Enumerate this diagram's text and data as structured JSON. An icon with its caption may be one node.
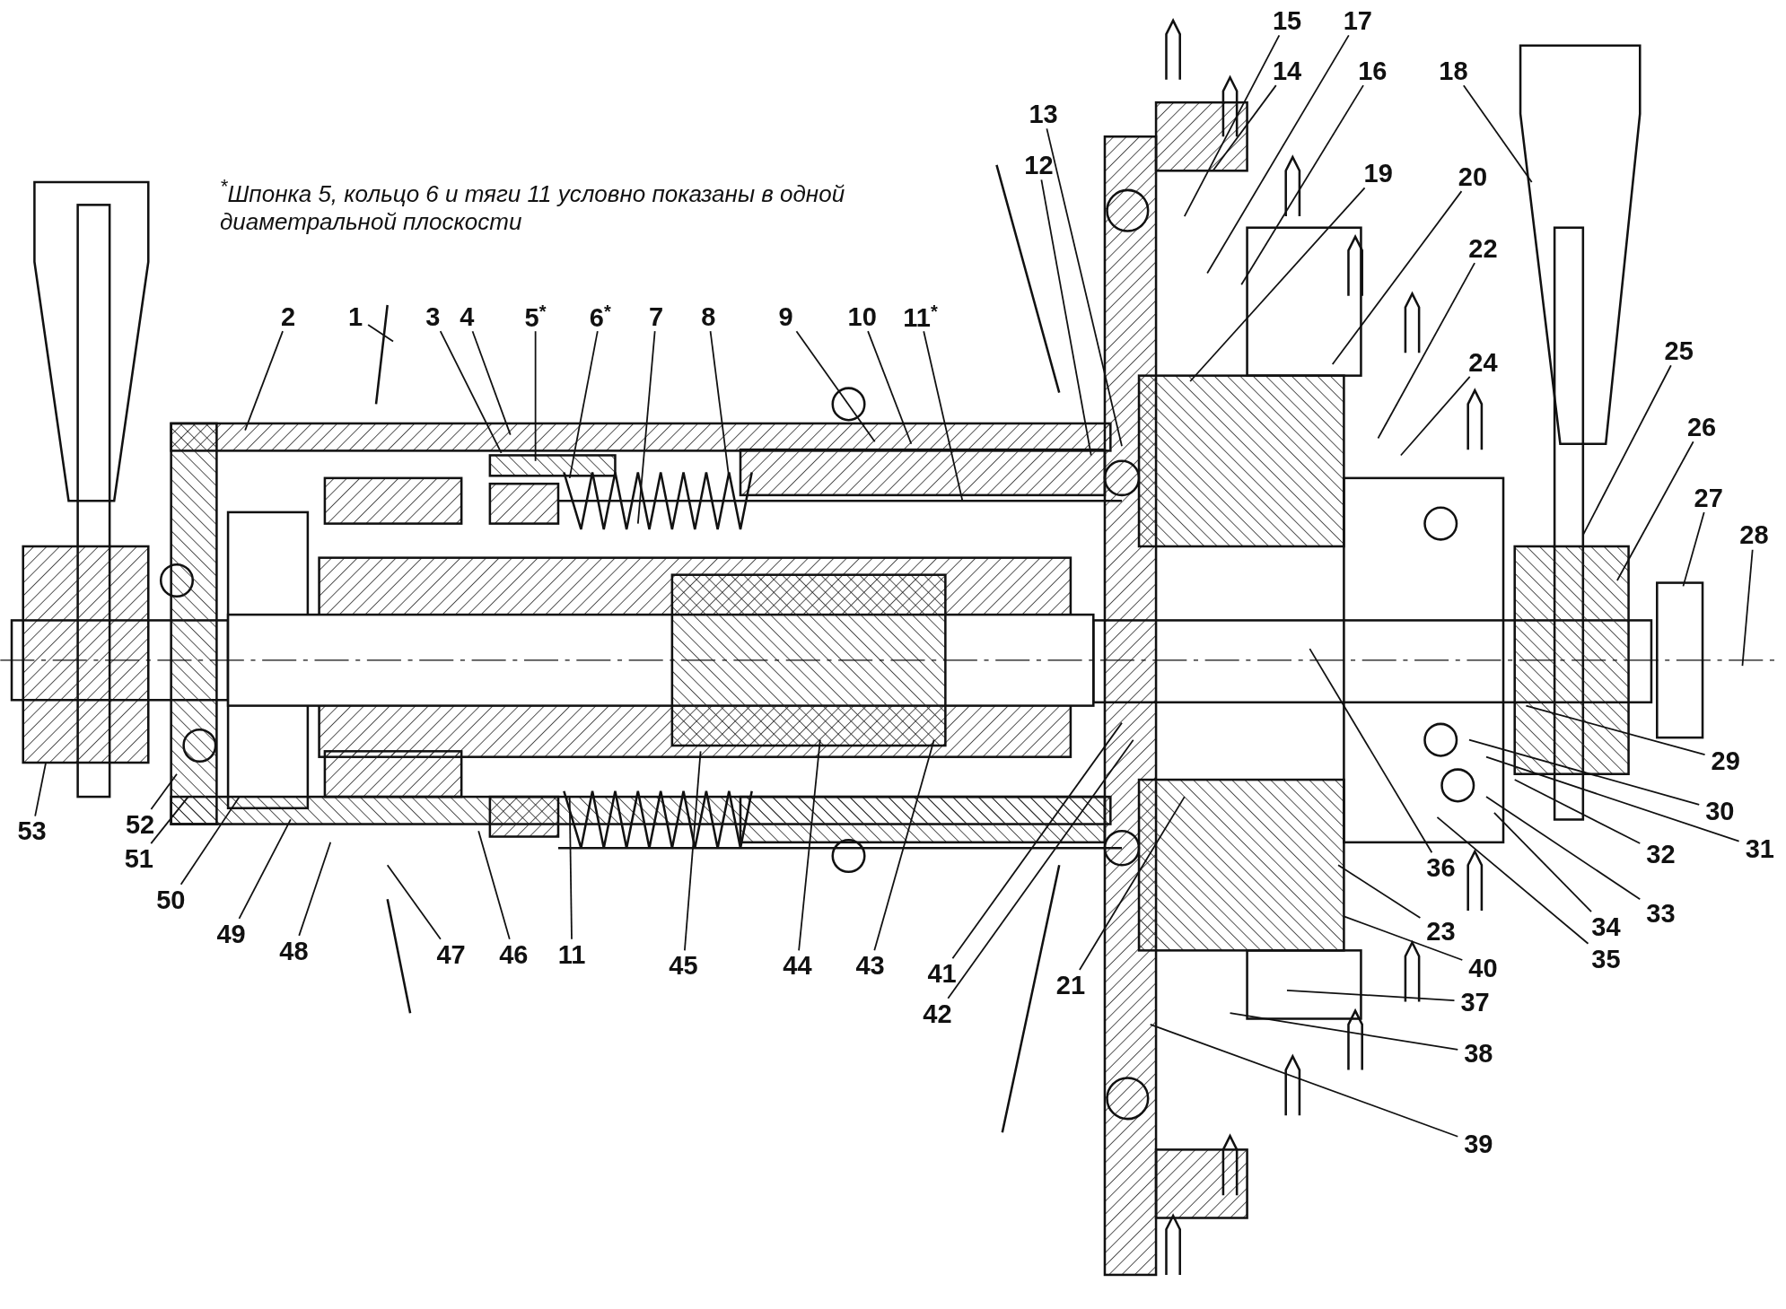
{
  "diagram": {
    "nodes": [
      {
        "text": [
          "2"
        ]
      },
      {
        "text": [
          "1"
        ]
      },
      {
        "text": [
          "3"
        ]
      },
      {
        "text": [
          "4"
        ]
      },
      {
        "text": [
          "5$^{*}$"
        ]
      },
      {
        "text": [
          "6$^{*}$"
        ]
      },
      {
        "text": [
          "7"
        ]
      },
      {
        "text": [
          "8"
        ]
      },
      {
        "text": [
          "9"
        ]
      },
      {
        "text": [
          "10"
        ]
      },
      {
        "text": [
          "11$^{*}$"
        ]
      },
      {
        "text": [
          "13"
        ]
      },
      {
        "text": [
          "12"
        ]
      },
      {
        "text": [
          "15"
        ]
      },
      {
        "text": [
          "17"
        ]
      },
      {
        "text": [
          "14"
        ]
      },
      {
        "text": [
          "16"
        ]
      },
      {
        "text": [
          "18"
        ]
      },
      {
        "text": [
          "19"
        ]
      },
      {
        "text": [
          "20"
        ]
      },
      {
        "text": [
          "22"
        ]
      },
      {
        "text": [
          "24"
        ]
      },
      {
        "text": [
          "25"
        ]
      },
      {
        "text": [
          "26"
        ]
      },
      {
        "text": [
          "27"
        ]
      },
      {
        "text": [
          "28"
        ]
      },
      {
        "text": [
          "29"
        ]
      },
      {
        "text": [
          "30"
        ]
      },
      {
        "text": [
          "31"
        ]
      },
      {
        "text": [
          "32"
        ]
      },
      {
        "text": [
          "33"
        ]
      },
      {
        "text": [
          "34"
        ]
      },
      {
        "text": [
          "35"
        ]
      },
      {
        "text": [
          "36"
        ]
      },
      {
        "text": [
          "23"
        ]
      },
      {
        "text": [
          "40"
        ]
      },
      {
        "text": [
          "37"
        ]
      },
      {
        "text": [
          "38"
        ]
      },
      {
        "text": [
          "39"
        ]
      },
      {
        "text": [
          "21"
        ]
      },
      {
        "text": [
          "41"
        ]
      },
      {
        "text": [
          "42"
        ]
      },
      {
        "text": [
          "43"
        ]
      },
      {
        "text": [
          "44"
        ]
      },
      {
        "text": [
          "45"
        ]
      },
      {
        "text": [
          "11"
        ]
      },
      {
        "text": [
          "46"
        ]
      },
      {
        "text": [
          "47"
        ]
      },
      {
        "text": [
          "48"
        ]
      },
      {
        "text": [
          "49"
        ]
      },
      {
        "text": [
          "50"
        ]
      },
      {
        "text": [
          "51"
        ]
      },
      {
        "text": [
          "52"
        ]
      },
      {
        "text": [
          "53"
        ]
      }
    ],
    "edges": [
      {
        "from": 0,
        "to": null,
        "arrow": "none"
      },
      {
        "from": 1,
        "to": null,
        "arrow": "none"
      },
      {
        "from": 2,
        "to": null,
        "arrow": "none"
      },
      {
        "from": 3,
        "to": null,
        "arrow": "none"
      },
      {
        "from": 4,
        "to": null,
        "arrow": "none"
      },
      {
        "from": 5,
        "to": null,
        "arrow": "none"
      },
      {
        "from": 6,
        "to": null,
        "arrow": "none"
      },
      {
        "from": 7,
        "to": null,
        "arrow": "none"
      },
      {
        "from": 8,
        "to": null,
        "arrow": "none"
      },
      {
        "from": 9,
        "to": null,
        "arrow": "none"
      },
      {
        "from": 10,
        "to": null,
        "arrow": "none"
      },
      {
        "from": 11,
        "to": null,
        "arrow": "none"
      },
      {
        "from": 12,
        "to": null,
        "arrow": "none"
      },
      {
        "from": 13,
        "to": null,
        "arrow": "none"
      },
      {
        "from": 14,
        "to": null,
        "arrow": "none"
      },
      {
        "from": 15,
        "to": null,
        "arrow": "none"
      },
      {
        "from": 16,
        "to": null,
        "arrow": "none"
      },
      {
        "from": 17,
        "to": null,
        "arrow": "none"
      },
      {
        "from": 18,
        "to": null,
        "arrow": "none"
      },
      {
        "from": 19,
        "to": null,
        "arrow": "none"
      },
      {
        "from": 20,
        "to": null,
        "arrow": "none"
      },
      {
        "from": 21,
        "to": null,
        "arrow": "none"
      },
      {
        "from": 22,
        "to": null,
        "arrow": "none"
      },
      {
        "from": 23,
        "to": null,
        "arrow": "none"
      },
      {
        "from": 24,
        "to": null,
        "arrow": "none"
      },
      {
        "from": 25,
        "to": null,
        "arrow": "none"
      },
      {
        "from": 26,
        "to": null,
        "arrow": "none"
      },
      {
        "from": 27,
        "to": null,
        "arrow": "none"
      },
      {
        "from": 28,
        "to": null,
        "arrow": "none"
      },
      {
        "from": 29,
        "to": null,
        "arrow": "none"
      },
      {
        "from": 30,
        "to": null,
        "arrow": "none"
      },
      {
        "from": 31,
        "to": null,
        "arrow": "none"
      },
      {
        "from": 32,
        "to": null,
        "arrow": "none"
      },
      {
        "from": 33,
        "to": null,
        "arrow": "none"
      },
      {
        "from": 34,
        "to": null,
        "arrow": "none"
      },
      {
        "from": 35,
        "to": null,
        "arrow": "none"
      },
      {
        "from": 36,
        "to": null,
        "arrow": "none"
      },
      {
        "from": 37,
        "to": null,
        "arrow": "none"
      },
      {
        "from": 38,
        "to": null,
        "arrow": "none"
      },
      {
        "from": 39,
        "to": null,
        "arrow": "none"
      },
      {
        "from": 40,
        "to": null,
        "arrow": "none"
      },
      {
        "from": 41,
        "to": null,
        "arrow": "none"
      },
      {
        "from": 42,
        "to": null,
        "arrow": "none"
      },
      {
        "from": 43,
        "to": null,
        "arrow": "none"
      },
      {
        "from": 44,
        "to": null,
        "arrow": "none"
      },
      {
        "from": 45,
        "to": null,
        "arrow": "none"
      },
      {
        "from": 46,
        "to": null,
        "arrow": "none"
      },
      {
        "from": 47,
        "to": null,
        "arrow": "none"
      },
      {
        "from": 48,
        "to": null,
        "arrow": "none"
      },
      {
        "from": 49,
        "to": null,
        "arrow": "none"
      },
      {
        "from": 50,
        "to": null,
        "arrow": "none"
      },
      {
        "from": 51,
        "to": null,
        "arrow": "none"
      },
      {
        "from": 52,
        "to": null,
        "arrow": "none"
      },
      {
        "from": 53,
        "to": null,
        "arrow": "none"
      }
    ],
    "labels": [
      "$^{*}$Шпонка 5, кольцо 6 и тяги 11 условно показаны в одной диаметральной плоскости"
    ]
  }
}
